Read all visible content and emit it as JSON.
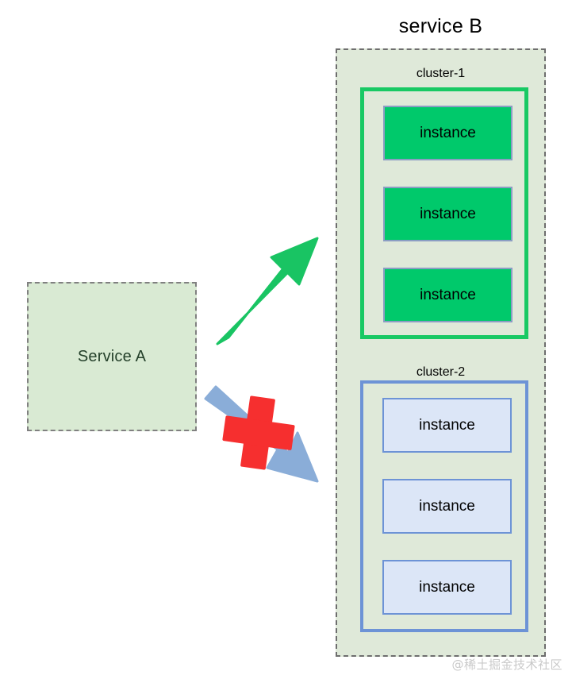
{
  "diagram": {
    "title": "service B",
    "watermark": "@稀土掘金技术社区",
    "colors": {
      "service_fill": "#d9ead3",
      "service_b_fill": "#dfe9d9",
      "cluster1_border": "#18c964",
      "cluster2_border": "#6d93d6",
      "instance_green_fill": "#00c96b",
      "instance_blue_fill": "#dce6f7",
      "instance_border": "#8b9dc3",
      "allowed_arrow": "#19c463",
      "blocked_arrow": "#8aadd8",
      "cross": "#f62f2f",
      "dashed_border": "#808080"
    }
  },
  "source": {
    "label": "Service A"
  },
  "target": {
    "title": "service B",
    "clusters": [
      {
        "label": "cluster-1",
        "style": "green",
        "instances": [
          {
            "label": "instance"
          },
          {
            "label": "instance"
          },
          {
            "label": "instance"
          }
        ]
      },
      {
        "label": "cluster-2",
        "style": "blue",
        "instances": [
          {
            "label": "instance"
          },
          {
            "label": "instance"
          },
          {
            "label": "instance"
          }
        ]
      }
    ]
  },
  "arrows": [
    {
      "name": "allowed-route",
      "state": "allowed",
      "from": "Service A",
      "to": "cluster-1"
    },
    {
      "name": "blocked-route",
      "state": "blocked",
      "from": "Service A",
      "to": "cluster-2"
    }
  ]
}
